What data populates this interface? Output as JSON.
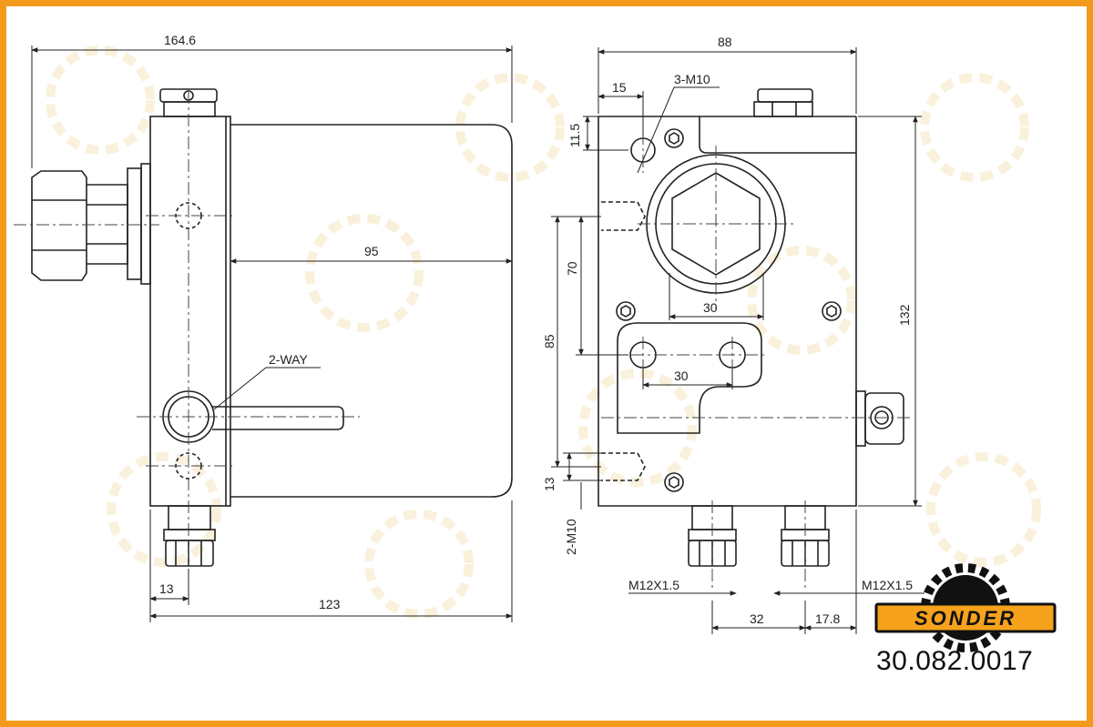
{
  "brand": {
    "name": "SONDER",
    "accent_color": "#f39a1d",
    "logo_bg": "#f6a21d",
    "logo_text_color": "#111111"
  },
  "part_number": "30.082.0017",
  "left_view": {
    "dim_overall_width": "164.6",
    "dim_body_width": "95",
    "dim_base_width": "123",
    "dim_fitting_offset": "13",
    "valve_label": "2-WAY"
  },
  "right_view": {
    "dim_width": "88",
    "dim_hole_offset_x": "15",
    "thread_top": "3-M10",
    "dim_hole_offset_y": "11.5",
    "dim_height": "132",
    "dim_70": "70",
    "dim_85": "85",
    "dim_30_upper": "30",
    "dim_30_lower": "30",
    "dim_13": "13",
    "thread_side": "2-M10",
    "port_thread_left": "M12X1.5",
    "port_thread_right": "M12X1.5",
    "dim_port_spacing": "32",
    "dim_port_edge": "17.8"
  },
  "watermark": "SONDER"
}
